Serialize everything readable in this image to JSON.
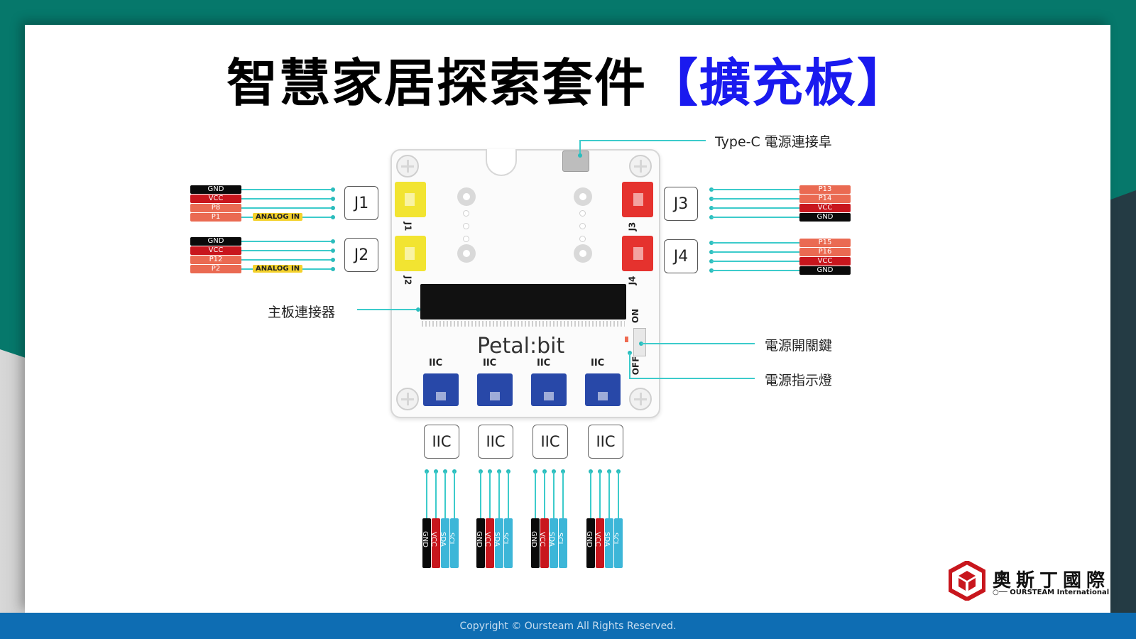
{
  "title": {
    "main": "智慧家居探索套件",
    "highlight": "【擴充板】"
  },
  "colors": {
    "accent_blue": "#1a1aef",
    "wire": "#3ccbcb",
    "gnd": "#0a0a0a",
    "vcc": "#c8161d",
    "signal": "#ea6a52",
    "analog_tag": "#f4d12b",
    "footer": "#0e6db3",
    "teal": "#06786b"
  },
  "board": {
    "name": "Petal:bit",
    "iic_labels": [
      "IIC",
      "IIC",
      "IIC",
      "IIC"
    ],
    "conn_labels": [
      "J1",
      "J2",
      "J3",
      "J4"
    ],
    "switch_on": "ON",
    "switch_off": "OFF"
  },
  "left_ports": [
    {
      "id": "J1",
      "pins": [
        {
          "label": "GND",
          "type": "gnd"
        },
        {
          "label": "VCC",
          "type": "vcc"
        },
        {
          "label": "P8",
          "type": "sig"
        },
        {
          "label": "P1",
          "type": "sig",
          "tag": "ANALOG IN"
        }
      ]
    },
    {
      "id": "J2",
      "pins": [
        {
          "label": "GND",
          "type": "gnd"
        },
        {
          "label": "VCC",
          "type": "vcc"
        },
        {
          "label": "P12",
          "type": "sig"
        },
        {
          "label": "P2",
          "type": "sig",
          "tag": "ANALOG IN"
        }
      ]
    }
  ],
  "right_ports": [
    {
      "id": "J3",
      "pins": [
        {
          "label": "P13",
          "type": "sig"
        },
        {
          "label": "P14",
          "type": "sig"
        },
        {
          "label": "VCC",
          "type": "vcc"
        },
        {
          "label": "GND",
          "type": "gnd"
        }
      ]
    },
    {
      "id": "J4",
      "pins": [
        {
          "label": "P15",
          "type": "sig"
        },
        {
          "label": "P16",
          "type": "sig"
        },
        {
          "label": "VCC",
          "type": "vcc"
        },
        {
          "label": "GND",
          "type": "gnd"
        }
      ]
    }
  ],
  "iic_ports": [
    {
      "label": "IIC",
      "pins": [
        "GND",
        "VCC",
        "SDA",
        "SCL"
      ]
    },
    {
      "label": "IIC",
      "pins": [
        "GND",
        "VCC",
        "SDA",
        "SCL"
      ]
    },
    {
      "label": "IIC",
      "pins": [
        "GND",
        "VCC",
        "SDA",
        "SCL"
      ]
    },
    {
      "label": "IIC",
      "pins": [
        "GND",
        "VCC",
        "SDA",
        "SCL"
      ]
    }
  ],
  "callouts": {
    "typec": "Type-C  電源連接阜",
    "mainboard": "主板連接器",
    "power_switch": "電源開關鍵",
    "power_led": "電源指示燈"
  },
  "logo": {
    "cn": "奧斯丁國際",
    "en": "○── OURSTEAM International"
  },
  "footer": {
    "copyright": "Copyright © Oursteam All Rights Reserved."
  }
}
